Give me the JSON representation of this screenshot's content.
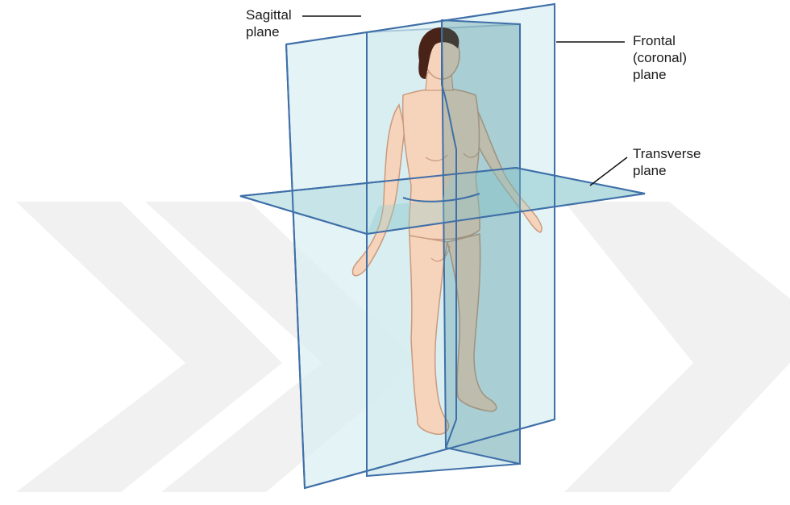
{
  "diagram": {
    "labels": {
      "sagittal": [
        "Sagittal",
        "plane"
      ],
      "frontal": [
        "Frontal",
        "(coronal)",
        "plane"
      ],
      "transverse": [
        "Transverse",
        "plane"
      ]
    },
    "colors": {
      "plane_fill": "#cfe8ec",
      "plane_edge": "#3f6fa8",
      "skin": "#f6d4bb",
      "skin_outline": "#c99a7f",
      "hair": "#4a2318",
      "watermark": "#e6e6e6"
    }
  }
}
